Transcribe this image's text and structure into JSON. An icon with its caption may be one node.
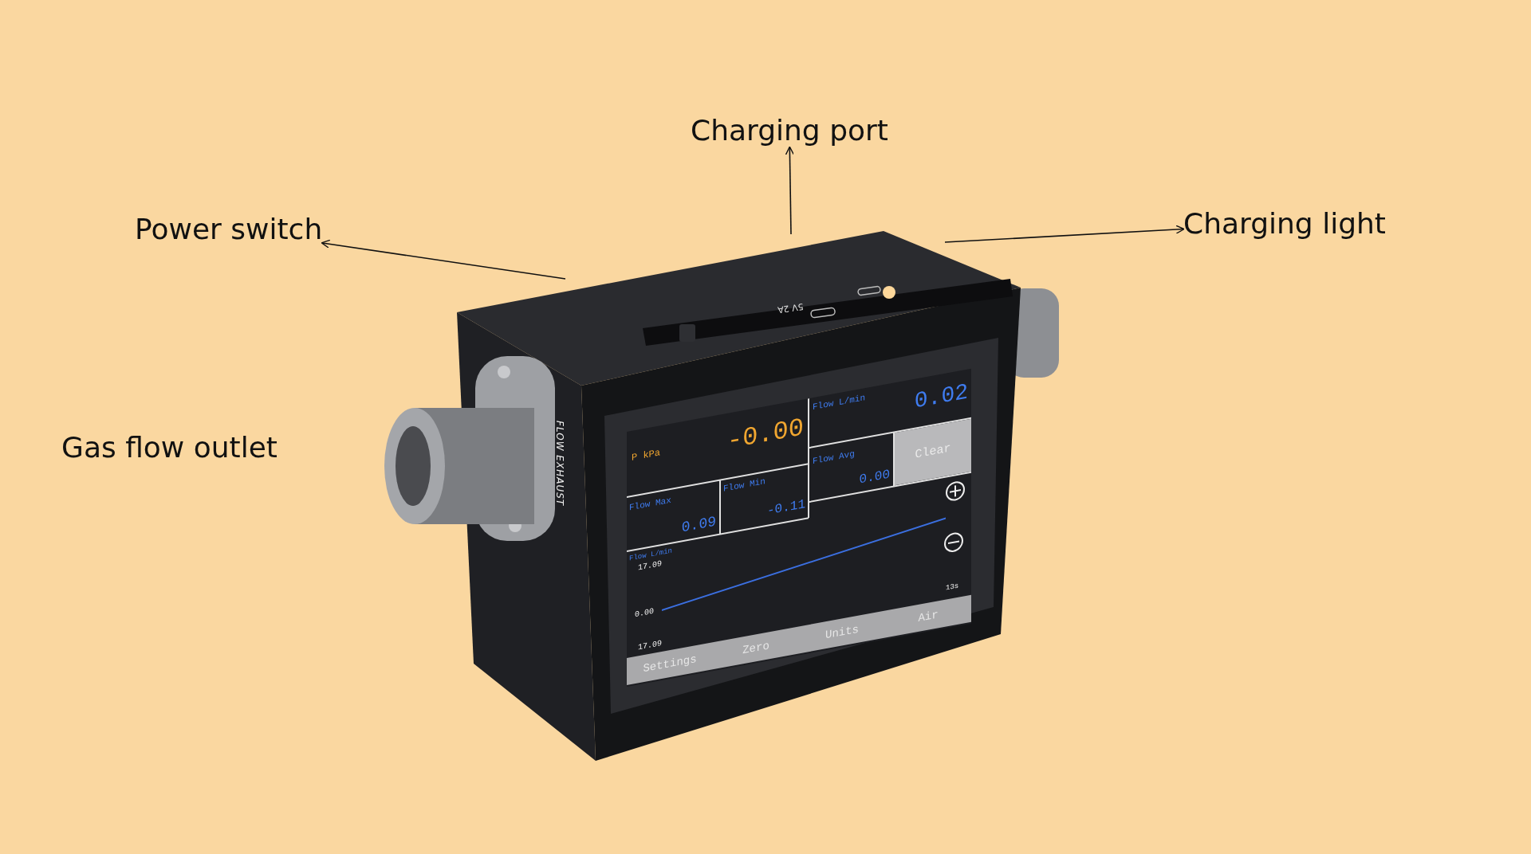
{
  "diagram": {
    "nodes": [
      {
        "text": [
          "Charging port"
        ]
      },
      {
        "text": [
          "Power switch"
        ]
      },
      {
        "text": [
          "Charging light"
        ]
      }
    ],
    "edges": [
      {
        "from": null,
        "to": 0,
        "arrow": "to"
      },
      {
        "from": null,
        "to": 1,
        "arrow": "to"
      },
      {
        "from": null,
        "to": 2,
        "arrow": "to"
      }
    ],
    "labels": [
      "5V 2A",
      "Gas flow outlet",
      "FLOW EXHAUST",
      "P kPa",
      "-0.00",
      "Flow L/min",
      "0.02",
      "Clear",
      "Flow Avg",
      "0.00",
      "Flow Max",
      "0.09",
      "Flow Min",
      "-0.11",
      "Flow L/min",
      "17.09",
      "0.00",
      "17.09",
      "13s",
      "Settings",
      "Zero",
      "Units",
      "Air"
    ]
  }
}
